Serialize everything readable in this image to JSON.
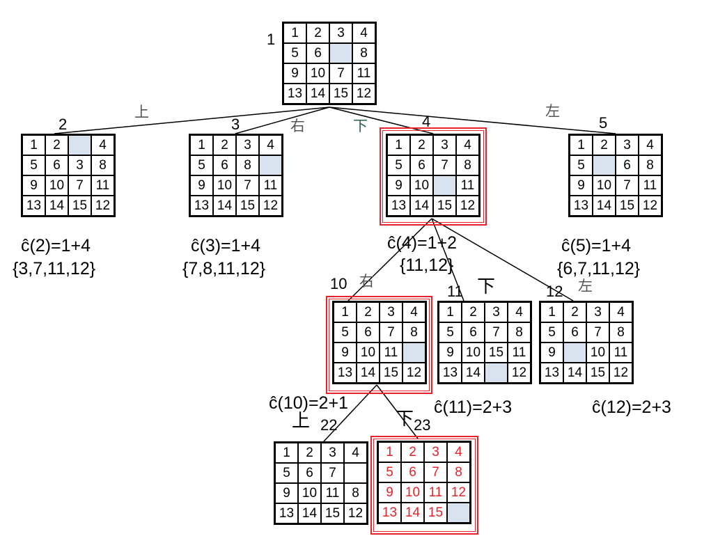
{
  "nodes": {
    "n1": {
      "label": "1",
      "cells": [
        "1",
        "2",
        "3",
        "4",
        "5",
        "6",
        "",
        "8",
        "9",
        "10",
        "7",
        "11",
        "13",
        "14",
        "15",
        "12"
      ]
    },
    "n2": {
      "label": "2",
      "cells": [
        "1",
        "2",
        "",
        "4",
        "5",
        "6",
        "3",
        "8",
        "9",
        "10",
        "7",
        "11",
        "13",
        "14",
        "15",
        "12"
      ]
    },
    "n3": {
      "label": "3",
      "cells": [
        "1",
        "2",
        "3",
        "4",
        "5",
        "6",
        "8",
        "",
        "9",
        "10",
        "7",
        "11",
        "13",
        "14",
        "15",
        "12"
      ]
    },
    "n4": {
      "label": "4",
      "cells": [
        "1",
        "2",
        "3",
        "4",
        "5",
        "6",
        "7",
        "8",
        "9",
        "10",
        "",
        "11",
        "13",
        "14",
        "15",
        "12"
      ]
    },
    "n5": {
      "label": "5",
      "cells": [
        "1",
        "2",
        "3",
        "4",
        "5",
        "",
        "6",
        "8",
        "9",
        "10",
        "7",
        "11",
        "13",
        "14",
        "15",
        "12"
      ]
    },
    "n10": {
      "label": "10",
      "cells": [
        "1",
        "2",
        "3",
        "4",
        "5",
        "6",
        "7",
        "8",
        "9",
        "10",
        "11",
        "",
        "13",
        "14",
        "15",
        "12"
      ]
    },
    "n11": {
      "label": "11",
      "cells": [
        "1",
        "2",
        "3",
        "4",
        "5",
        "6",
        "7",
        "8",
        "9",
        "10",
        "15",
        "11",
        "13",
        "14",
        "",
        "12"
      ]
    },
    "n12": {
      "label": "12",
      "cells": [
        "1",
        "2",
        "3",
        "4",
        "5",
        "6",
        "7",
        "8",
        "9",
        "",
        "10",
        "11",
        "13",
        "14",
        "15",
        "12"
      ]
    },
    "n22": {
      "label": "22",
      "cells": [
        "1",
        "2",
        "3",
        "4",
        "5",
        "6",
        "7",
        "",
        "9",
        "10",
        "11",
        "8",
        "13",
        "14",
        "15",
        "12"
      ]
    },
    "n23": {
      "label": "23",
      "cells": [
        "1",
        "2",
        "3",
        "4",
        "5",
        "6",
        "7",
        "8",
        "9",
        "10",
        "11",
        "12",
        "13",
        "14",
        "15",
        ""
      ]
    }
  },
  "blank_style": {
    "n22": "plain"
  },
  "moves": {
    "e1_2": "上",
    "e1_3": "右",
    "e1_4": "下",
    "e1_5": "左",
    "e4_10": "右",
    "e4_11": "下",
    "e4_12": "左",
    "e10_22": "上",
    "e10_23": "下"
  },
  "costs": {
    "c2": "ĉ(2)=1+4",
    "s2": "{3,7,11,12}",
    "c3": "ĉ(3)=1+4",
    "s3": "{7,8,11,12}",
    "c4": "ĉ(4)=1+2",
    "s4": "{11,12}",
    "c5": "ĉ(5)=1+4",
    "s5": "{6,7,11,12}",
    "c10": "ĉ(10)=2+1",
    "c11": "ĉ(11)=2+3",
    "c12": "ĉ(12)=2+3"
  },
  "colors": {
    "highlight": "#e8212b",
    "blank_tile": "#d9e3f0",
    "line": "#000000"
  }
}
